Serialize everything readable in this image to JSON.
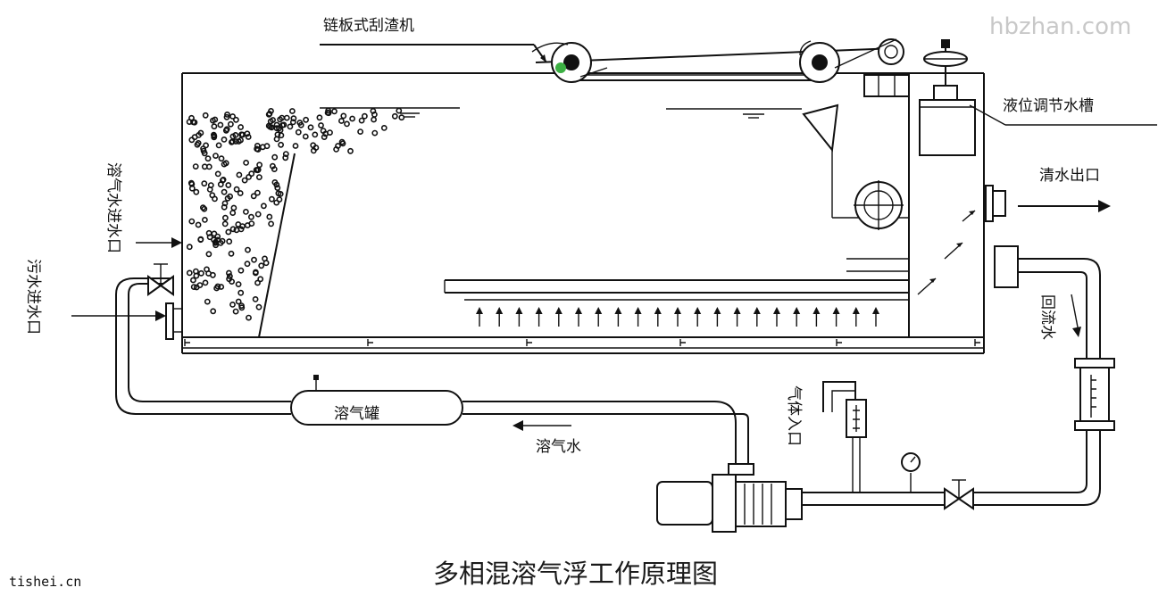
{
  "labels": {
    "scraper": "链板式刮渣机",
    "level_tank": "液位调节水槽",
    "clear_outlet": "清水出口",
    "dissolved_inlet": "溶气水进水口",
    "sewage_inlet": "污水进水口",
    "reflux": "回流水",
    "tank": "溶气罐",
    "dissolved_water": "溶气水",
    "gas_inlet": "气体入口"
  },
  "title": "多相混溶气浮工作原理图",
  "watermark": "hbzhan.com",
  "source": "tishei.cn",
  "colors": {
    "line": "#111111",
    "accent_green": "#3cb043",
    "watermark": "#c8c8c8"
  },
  "icons": [
    "drive-sprocket-icon",
    "pressure-gauge-icon",
    "gate-valve-icon",
    "handwheel-icon",
    "pump-motor-icon",
    "flowmeter-icon"
  ]
}
